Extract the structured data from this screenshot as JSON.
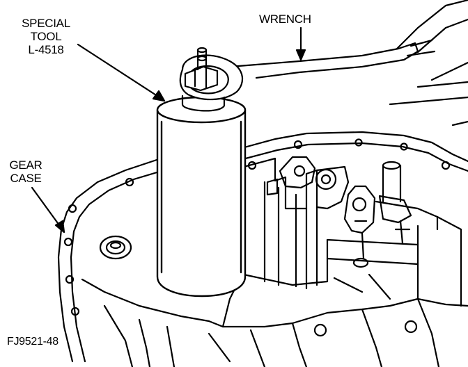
{
  "labels": {
    "tool": [
      "SPECIAL",
      "TOOL",
      "L-4518"
    ],
    "wrench": "WRENCH",
    "gear_case": [
      "GEAR",
      "CASE"
    ],
    "figure_id": "FJ9521-48"
  },
  "colors": {
    "ink": "#000000",
    "paper": "#ffffff"
  }
}
